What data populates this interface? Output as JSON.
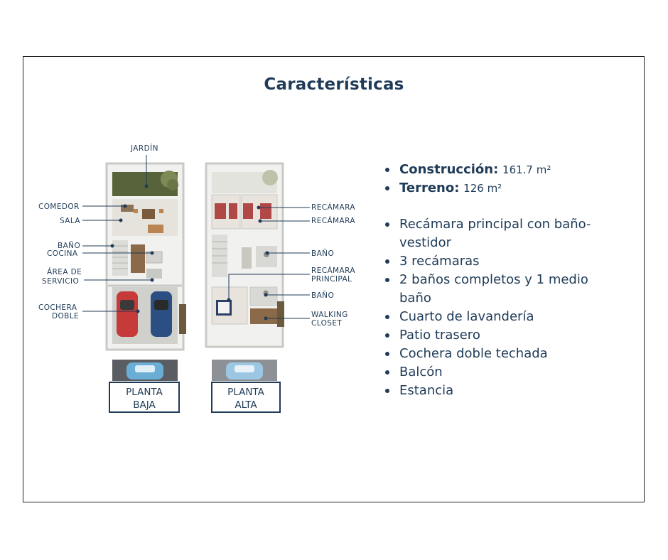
{
  "title": "Características",
  "plans": {
    "ground": {
      "label_line1": "PLANTA",
      "label_line2": "BAJA",
      "labels": {
        "jardin": "JARDÍN",
        "comedor": "COMEDOR",
        "sala": "SALA",
        "bano": "BAÑO",
        "cocina": "COCINA",
        "area_l1": "ÁREA DE",
        "area_l2": "SERVICIO",
        "cochera_l1": "COCHERA",
        "cochera_l2": "DOBLE"
      }
    },
    "upper": {
      "label_line1": "PLANTA",
      "label_line2": "ALTA",
      "labels": {
        "recamara1": "RECÁMARA",
        "recamara2": "RECÁMARA",
        "bano1": "BAÑO",
        "principal_l1": "RECÁMARA",
        "principal_l2": "PRINCIPAL",
        "bano2": "BAÑO",
        "walking_l1": "WALKING",
        "walking_l2": "CLOSET"
      }
    }
  },
  "specs": [
    {
      "label": "Construcción:",
      "value": "161.7 m²"
    },
    {
      "label": "Terreno:",
      "value": "126 m²"
    }
  ],
  "features": [
    "Recámara principal con baño-vestidor",
    "3 recámaras",
    "2 baños completos y 1 medio baño",
    "Cuarto de lavandería",
    "Patio trasero",
    "Cochera doble techada",
    "Balcón",
    "Estancia"
  ]
}
